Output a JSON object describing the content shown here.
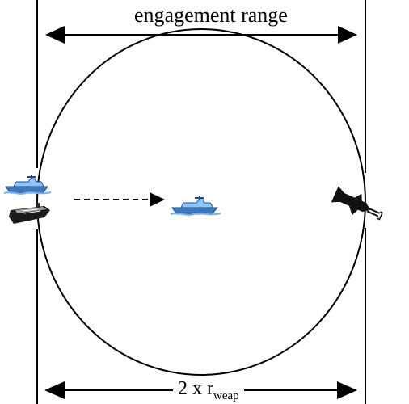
{
  "labels": {
    "engagement_range": "engagement range",
    "radius_prefix": "2 x r",
    "radius_subscript": "weap"
  },
  "colors": {
    "line": "#000000",
    "ship_hull": "#3f78b8",
    "ship_light": "#d8ecff",
    "ship_dark": "#1f4a7a",
    "carrier": "#1b1b1b",
    "missile": "#111111"
  },
  "icons": {
    "escort_ship": "ship-icon",
    "carrier": "carrier-icon",
    "target_ship": "ship-icon",
    "missile": "missile-icon"
  }
}
